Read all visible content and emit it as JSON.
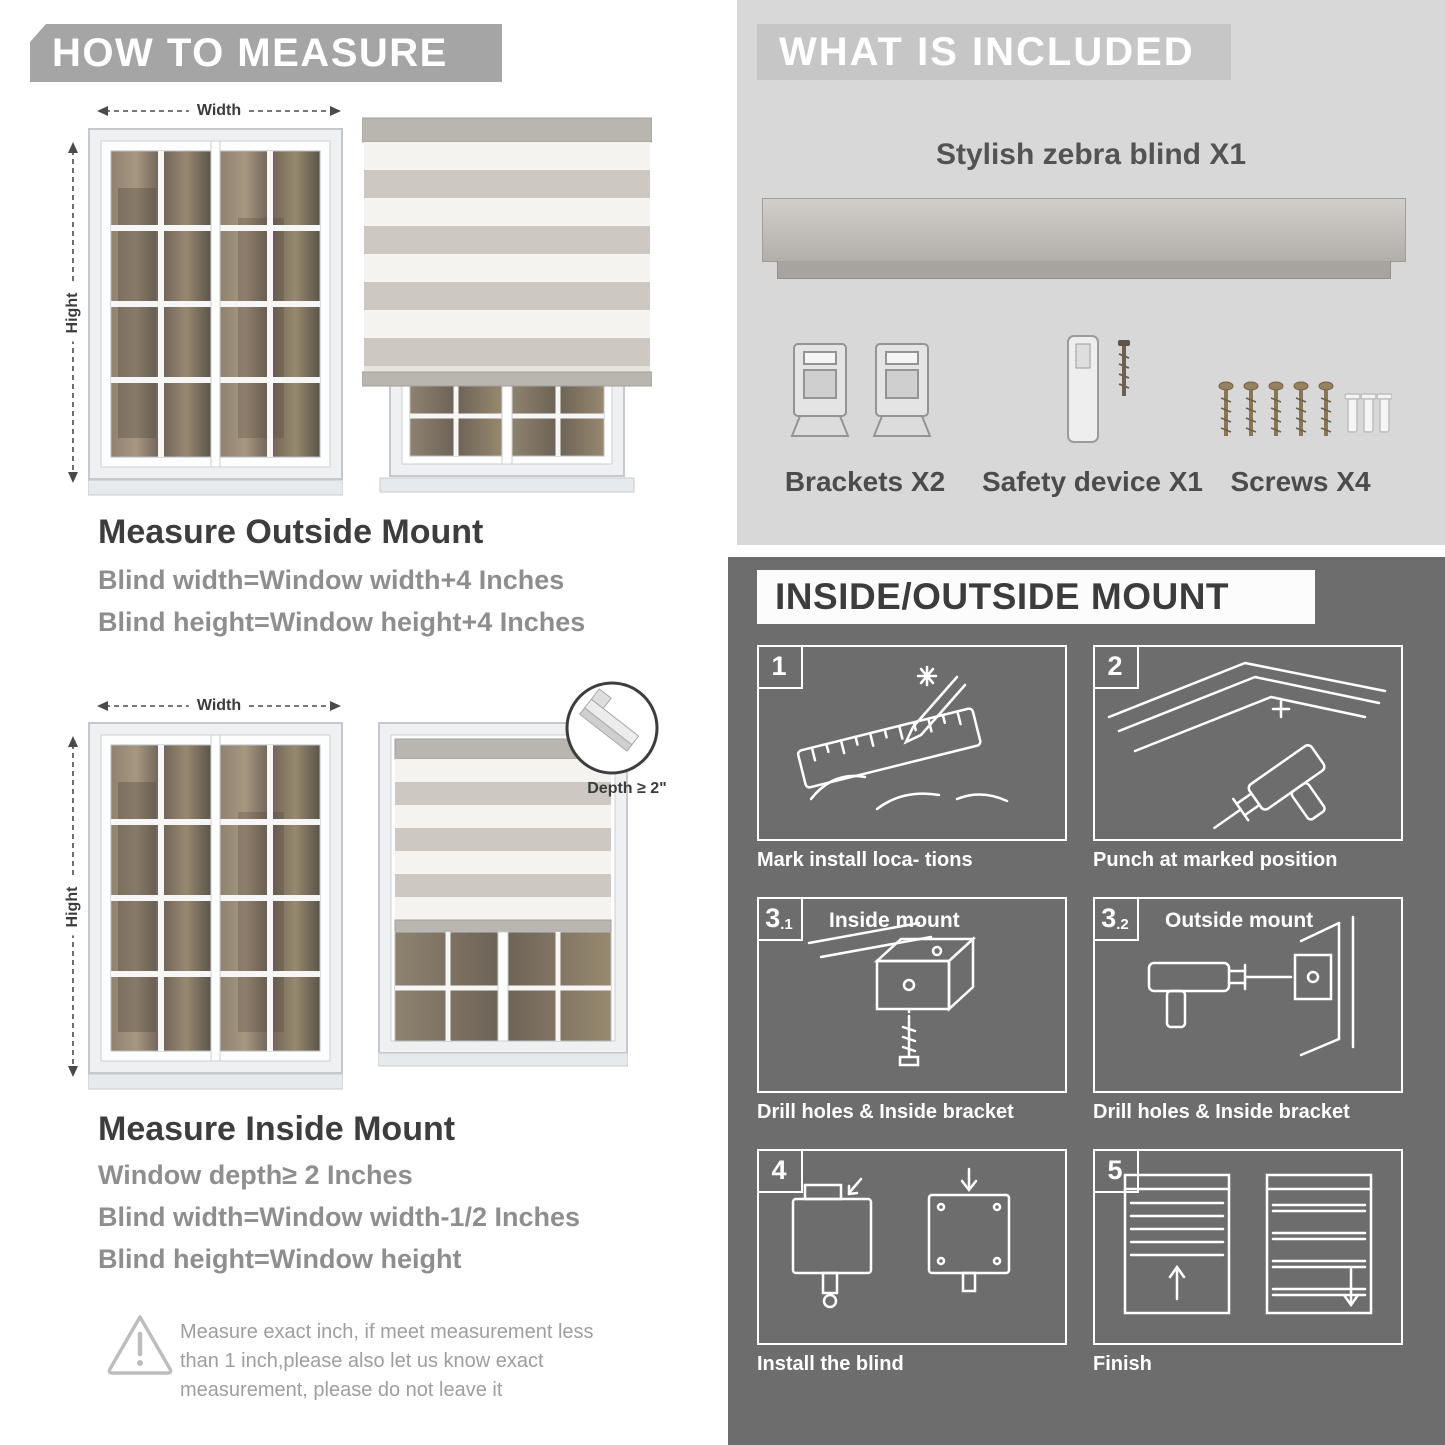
{
  "left": {
    "header": "HOW TO MEASURE",
    "outside": {
      "width_label": "Width",
      "height_label": "Hight",
      "heading": "Measure Outside Mount",
      "line1": "Blind width=Window width+4 Inches",
      "line2": "Blind height=Window height+4 Inches"
    },
    "inside": {
      "width_label": "Width",
      "height_label": "Hight",
      "depth_callout": "Depth ≥ 2\"",
      "heading": "Measure Inside Mount",
      "line1": "Window depth≥ 2 Inches",
      "line2": "Blind width=Window width-1/2 Inches",
      "line3": "Blind height=Window height"
    },
    "note": {
      "line1": "Measure exact inch, if meet measurement less",
      "line2": "than 1 inch,please also let us know exact",
      "line3": "measurement, please do not leave it"
    }
  },
  "included": {
    "header": "WHAT IS INCLUDED",
    "product": "Stylish zebra blind X1",
    "items": [
      {
        "label": "Brackets X2"
      },
      {
        "label": "Safety device X1"
      },
      {
        "label": "Screws X4"
      }
    ]
  },
  "mount": {
    "header": "INSIDE/OUTSIDE MOUNT",
    "steps": [
      {
        "num": "1",
        "caption": "Mark install loca- tions"
      },
      {
        "num": "2",
        "caption": "Punch at  marked position"
      },
      {
        "num": "3",
        "sub": ".1",
        "title": "Inside mount",
        "caption": "Drill holes &  Inside bracket"
      },
      {
        "num": "3",
        "sub": ".2",
        "title": "Outside mount",
        "caption": "Drill holes &  Inside bracket"
      },
      {
        "num": "4",
        "caption": "Install the blind"
      },
      {
        "num": "5",
        "caption": "Finish"
      }
    ]
  },
  "colors": {
    "left_header_bar": "#a5a5a5",
    "included_panel": "#d8d8d8",
    "included_ribbon": "#c6c6c6",
    "mount_panel": "#6d6d6d",
    "heading_text": "#3d3d3d",
    "gray_text": "#8e8e8e"
  }
}
